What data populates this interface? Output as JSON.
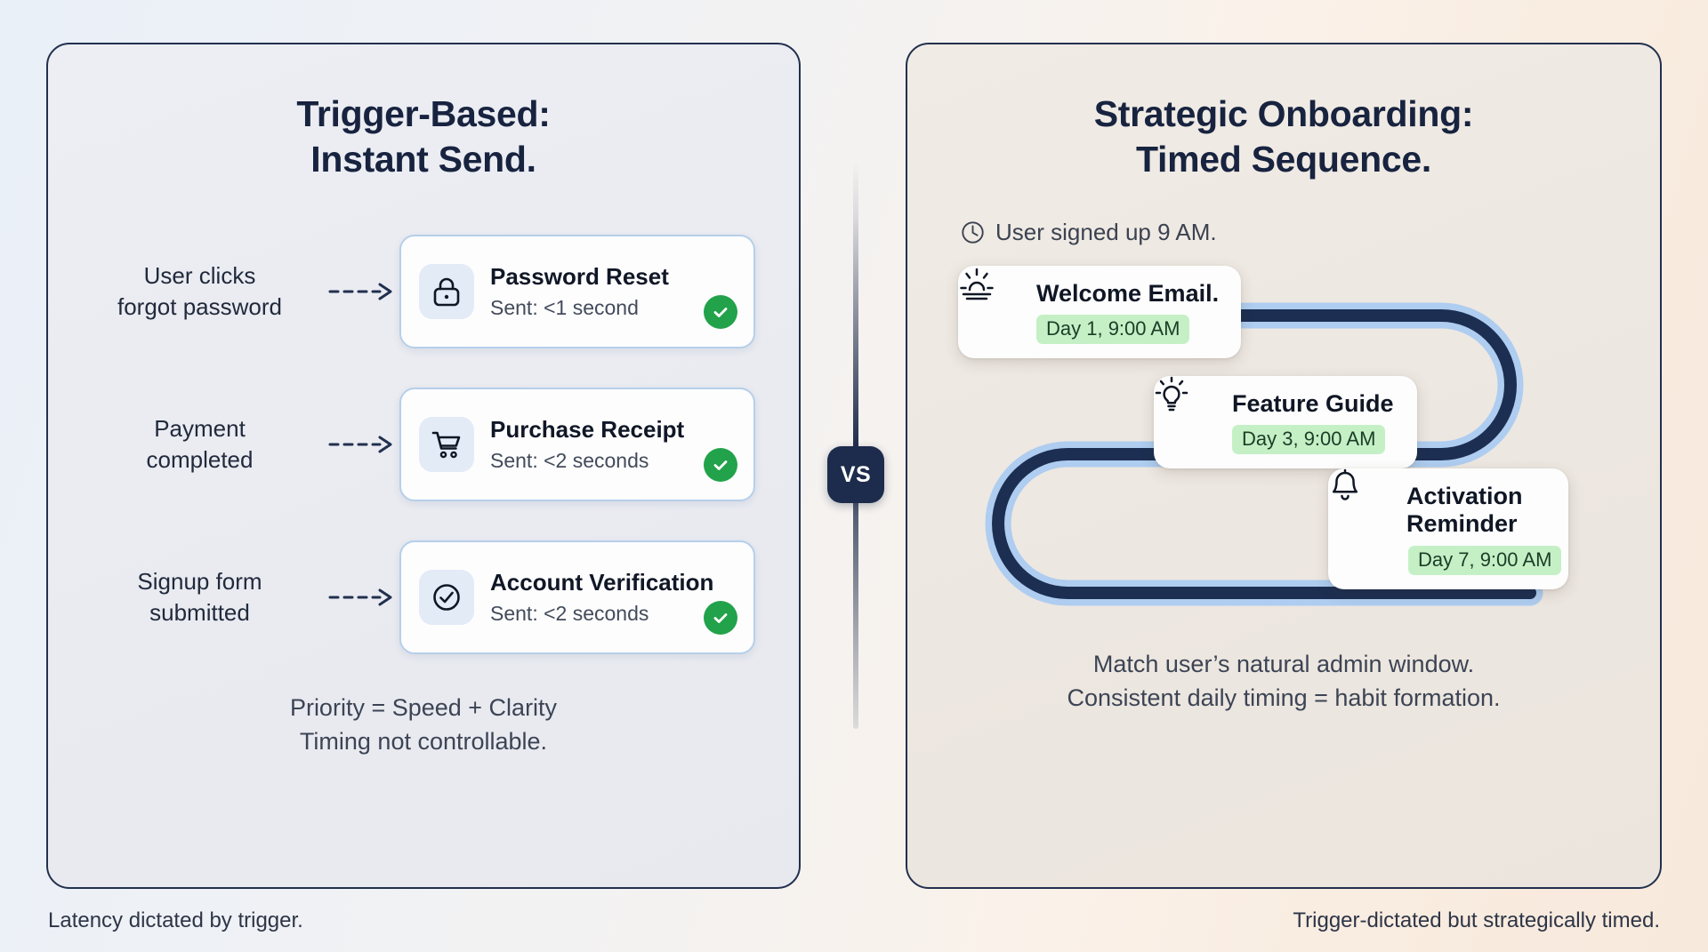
{
  "left": {
    "title_line1": "Trigger-Based:",
    "title_line2": "Instant Send.",
    "rows": [
      {
        "trigger_line1": "User clicks",
        "trigger_line2": "forgot password",
        "icon": "lock-icon",
        "title": "Password Reset",
        "sub": "Sent: <1 second",
        "status": "check-icon"
      },
      {
        "trigger_line1": "Payment",
        "trigger_line2": "completed",
        "icon": "shopping-cart-icon",
        "title": "Purchase Receipt",
        "sub": "Sent: <2 seconds",
        "status": "check-icon"
      },
      {
        "trigger_line1": "Signup form",
        "trigger_line2": "submitted",
        "icon": "check-circle-icon",
        "title": "Account Verification",
        "sub": "Sent: <2 seconds",
        "status": "check-icon"
      }
    ],
    "note_line1": "Priority = Speed + Clarity",
    "note_line2": "Timing not controllable.",
    "caption": "Latency dictated by trigger."
  },
  "divider": {
    "label": "VS"
  },
  "right": {
    "title_line1": "Strategic Onboarding:",
    "title_line2": "Timed Sequence.",
    "signup": {
      "icon": "clock-icon",
      "text": "User signed up 9 AM."
    },
    "steps": [
      {
        "icon": "sunrise-icon",
        "title": "Welcome Email.",
        "badge": "Day 1, 9:00 AM"
      },
      {
        "icon": "lightbulb-icon",
        "title": "Feature Guide",
        "badge": "Day 3, 9:00 AM"
      },
      {
        "icon": "bell-icon",
        "title": "Activation Reminder",
        "badge": "Day 7, 9:00 AM"
      }
    ],
    "note_line1": "Match user’s natural admin window.",
    "note_line2": "Consistent daily timing = habit formation.",
    "caption": "Trigger-dictated but strategically timed."
  },
  "colors": {
    "navy": "#17233f",
    "card_border_blue": "#b6cfea",
    "green_check": "#22a24a",
    "badge_green": "#c5f0c6",
    "path_dark": "#1c2e52",
    "path_glow": "#aecdf0"
  }
}
